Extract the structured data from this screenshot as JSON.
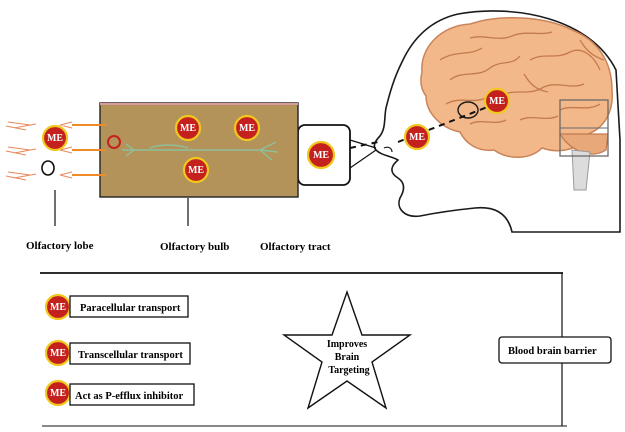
{
  "badge_label": "ME",
  "labels": {
    "olfactory_lobe": "Olfactory lobe",
    "olfactory_bulb": "Olfactory bulb",
    "olfactory_tract": "Olfactory tract"
  },
  "mechanisms": [
    {
      "label": "Paracellular transport"
    },
    {
      "label": "Transcellular transport"
    },
    {
      "label": "Act as P-efflux inhibitor"
    }
  ],
  "star": {
    "lines": [
      "Improves",
      "Brain",
      "Targeting"
    ]
  },
  "barrier": {
    "label": "Blood brain barrier"
  },
  "colors": {
    "badge_fill": "#c4201d",
    "badge_ring": "#f0c81e",
    "bulb_fill": "#b4935a",
    "brain_fill": "#f2b88a",
    "skin": "#ffffff",
    "arrow_orange": "#f08c28"
  }
}
